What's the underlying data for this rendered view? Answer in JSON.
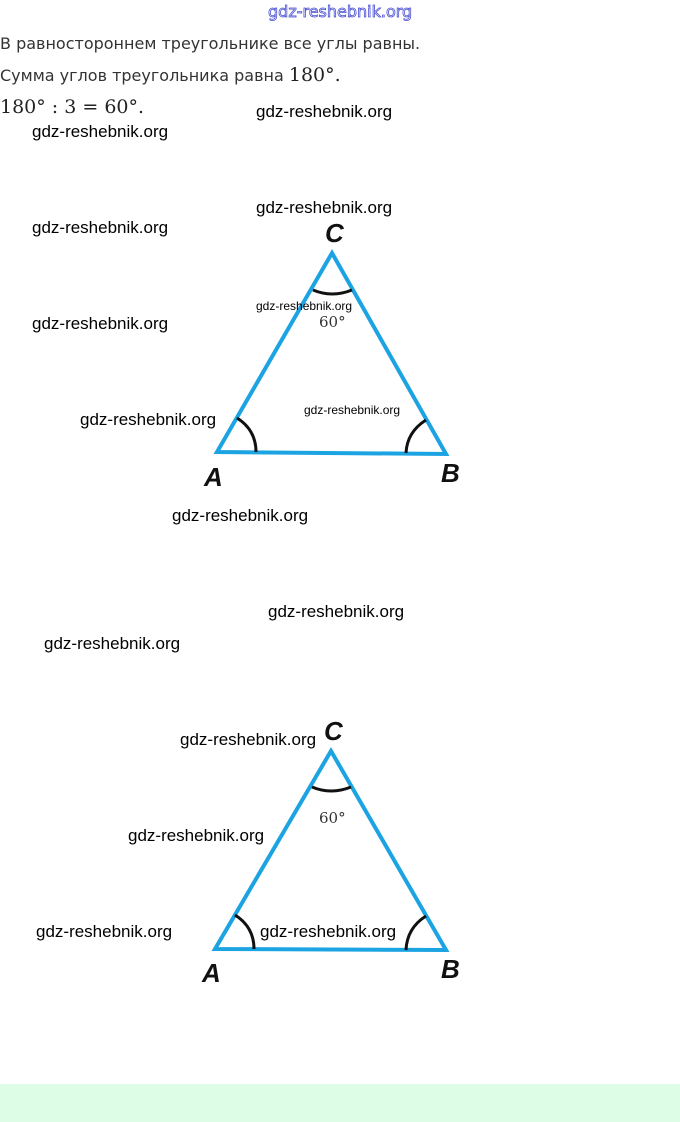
{
  "watermark_top": "gdz-reshebnik.org",
  "lines": [
    "В равностороннем треугольнике все углы равны.",
    "Сумма углов треугольника равна ",
    "180° : 3 = 60°."
  ],
  "sum_value": "180°.",
  "watermark": "gdz-reshebnik.org",
  "figures": [
    {
      "vertices": [
        "A",
        "B",
        "C"
      ],
      "angle_label": "60°"
    },
    {
      "vertices": [
        "A",
        "B",
        "C"
      ],
      "angle_label": "60°"
    }
  ],
  "colors": {
    "triangle": "#1ba3e2",
    "footer": "#ddfde6",
    "top_watermark": "#4a4fd0"
  }
}
